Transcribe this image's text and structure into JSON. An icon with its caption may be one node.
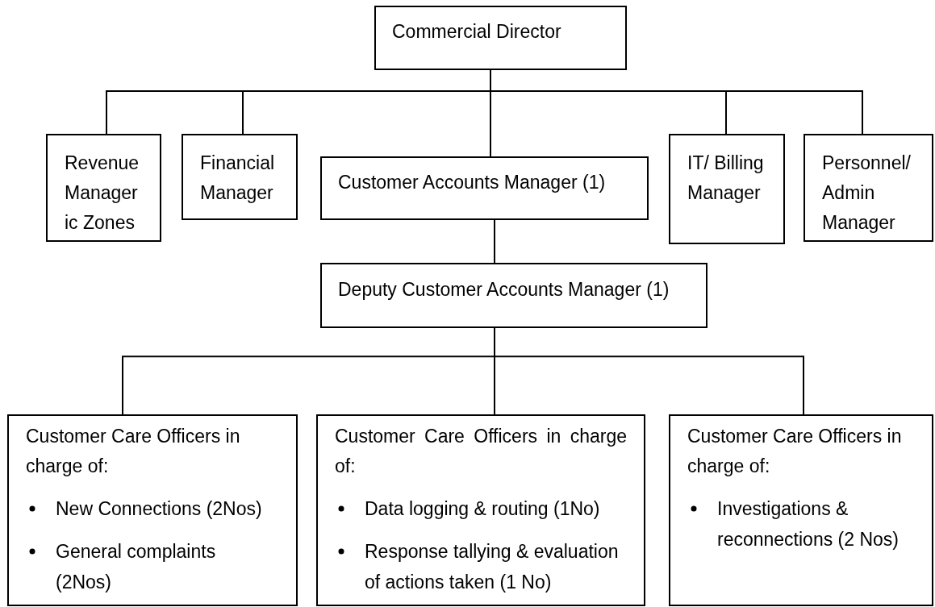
{
  "diagram": {
    "nodes": [
      {
        "text": [
          "Commercial Director"
        ]
      },
      {
        "text": [
          "Revenue Manager ic Zones"
        ]
      },
      {
        "text": [
          "Financial Manager"
        ]
      },
      {
        "text": [
          "Customer Accounts Manager (1)"
        ]
      },
      {
        "text": [
          "IT/ Billing Manager"
        ]
      },
      {
        "text": [
          "Personnel/ Admin Manager"
        ]
      },
      {
        "text": [
          "Deputy Customer Accounts Manager (1)"
        ]
      },
      {
        "text": [
          "Customer Care Officers in charge of:",
          "New Connections (2Nos)",
          "General complaints (2Nos)"
        ]
      },
      {
        "text": [
          "Customer Care Officers in charge of:",
          "Data logging & routing (1No)",
          "Response tallying & evaluation of actions taken (1 No)"
        ]
      },
      {
        "text": [
          "Customer Care Officers in charge of:",
          "Investigations & reconnections (2 Nos)"
        ]
      }
    ],
    "edges": [
      {
        "from": 0,
        "to": 1,
        "arrow": "none"
      },
      {
        "from": 0,
        "to": 2,
        "arrow": "none"
      },
      {
        "from": 0,
        "to": 3,
        "arrow": "none"
      },
      {
        "from": 0,
        "to": 4,
        "arrow": "none"
      },
      {
        "from": 0,
        "to": 5,
        "arrow": "none"
      },
      {
        "from": 3,
        "to": 6,
        "arrow": "none"
      },
      {
        "from": 6,
        "to": 7,
        "arrow": "none"
      },
      {
        "from": 6,
        "to": 8,
        "arrow": "none"
      },
      {
        "from": 6,
        "to": 9,
        "arrow": "none"
      }
    ]
  }
}
